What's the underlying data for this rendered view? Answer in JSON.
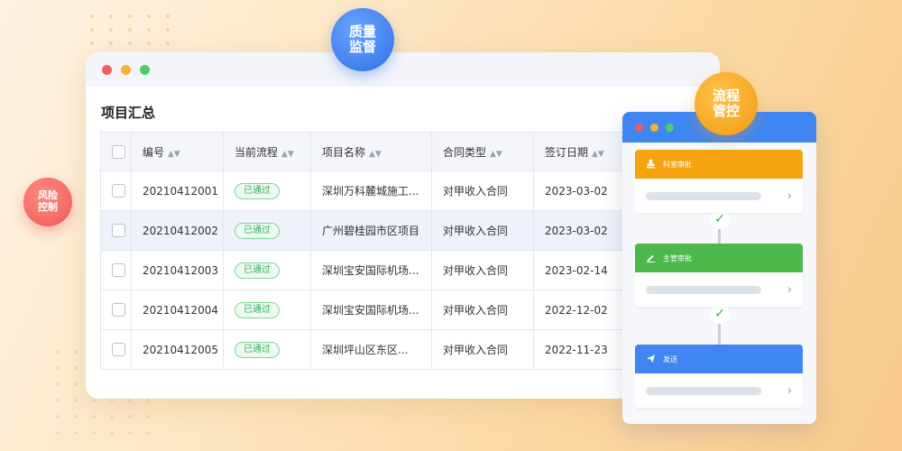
{
  "bubbles": {
    "quality": [
      "质量",
      "监督"
    ],
    "process": [
      "流程",
      "管控"
    ],
    "risk": [
      "风险",
      "控制"
    ]
  },
  "main_window": {
    "title": "项目汇总",
    "columns": [
      "编号",
      "当前流程",
      "项目名称",
      "合同类型",
      "签订日期"
    ],
    "rows": [
      {
        "id": "2021041200​1",
        "status": "已通过",
        "name": "深圳万科麓城施工...",
        "type": "对甲收入合同",
        "date": "2023-03-02"
      },
      {
        "id": "20210412002",
        "status": "已通过",
        "name": "广州碧桂园市区项目",
        "type": "对甲收入合同",
        "date": "2023-03-02"
      },
      {
        "id": "20210412003",
        "status": "已通过",
        "name": "深圳宝安国际机场...",
        "type": "对甲收入合同",
        "date": "2023-02-14"
      },
      {
        "id": "20210412004",
        "status": "已通过",
        "name": "深圳宝安国际机场...",
        "type": "对甲收入合同",
        "date": "2022-12-02"
      },
      {
        "id": "20210412005",
        "status": "已通过",
        "name": "深圳坪山区东区...",
        "type": "对甲收入合同",
        "date": "2022-11-23"
      }
    ]
  },
  "flow_panel": {
    "steps": [
      {
        "label": "科室审批",
        "color": "#f6a312",
        "icon": "stamp-icon"
      },
      {
        "label": "主管审批",
        "color": "#4cb94a",
        "icon": "pen-icon"
      },
      {
        "label": "发送",
        "color": "#3f86f2",
        "icon": "paper-plane-icon"
      }
    ]
  },
  "colors": {
    "accent_blue": "#3f86f2",
    "accent_orange": "#f39a12",
    "accent_green": "#4cb94a",
    "accent_red": "#ee5a55"
  }
}
